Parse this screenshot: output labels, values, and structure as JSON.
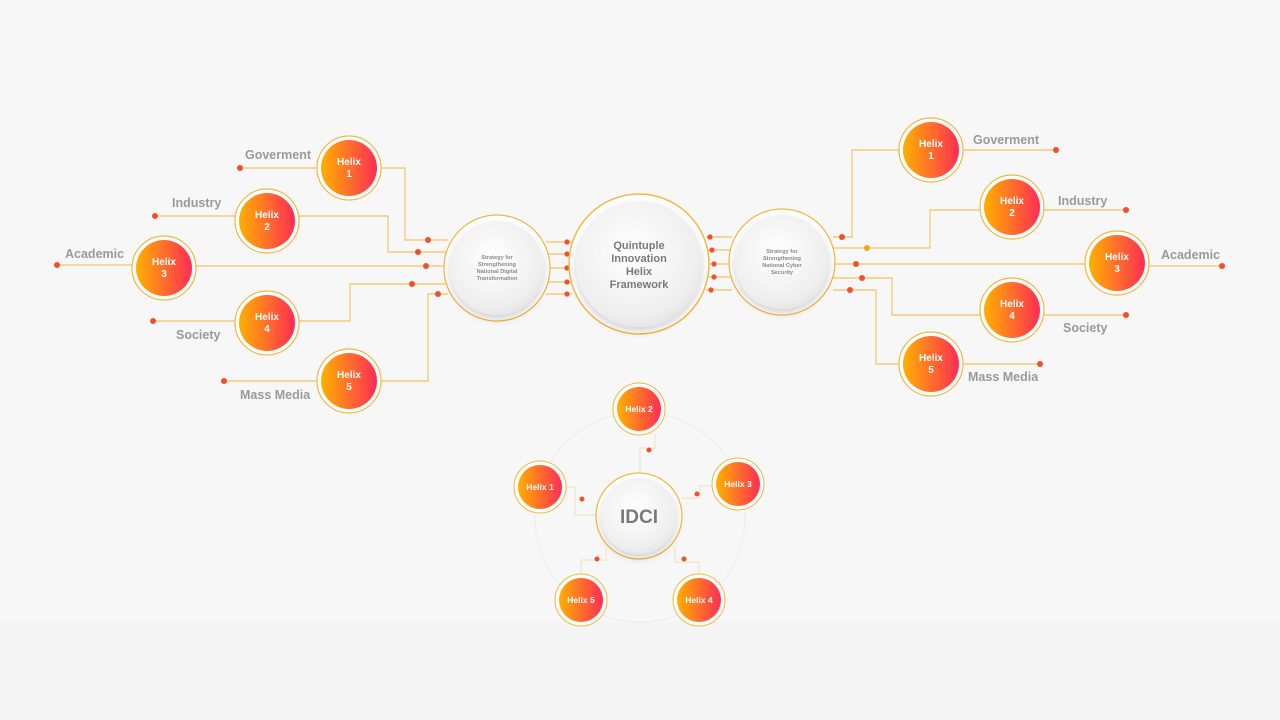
{
  "center": {
    "lines": [
      "Quintuple",
      "Innovation",
      "Helix",
      "Framework"
    ]
  },
  "left_strategy": {
    "lines": [
      "Strategy  for",
      "Strengthening",
      "National  Digital",
      "Transformation"
    ]
  },
  "right_strategy": {
    "lines": [
      "Strategy  for",
      "Strengthening",
      "National  Cyber",
      "Security"
    ]
  },
  "left_helices": [
    {
      "word": "Helix",
      "num": "1",
      "label": "Goverment"
    },
    {
      "word": "Helix",
      "num": "2",
      "label": "Industry"
    },
    {
      "word": "Helix",
      "num": "3",
      "label": "Academic"
    },
    {
      "word": "Helix",
      "num": "4",
      "label": "Society"
    },
    {
      "word": "Helix",
      "num": "5",
      "label": "Mass Media"
    }
  ],
  "right_helices": [
    {
      "word": "Helix",
      "num": "1",
      "label": "Goverment"
    },
    {
      "word": "Helix",
      "num": "2",
      "label": "Industry"
    },
    {
      "word": "Helix",
      "num": "3",
      "label": "Academic"
    },
    {
      "word": "Helix",
      "num": "4",
      "label": "Society"
    },
    {
      "word": "Helix",
      "num": "5",
      "label": "Mass Media"
    }
  ],
  "idci": {
    "title": "IDCI",
    "helices": [
      "Helix 2",
      "Helix 1",
      "Helix 3",
      "Helix 5",
      "Helix 4"
    ]
  },
  "colors": {
    "gradient_start": "#ffb000",
    "gradient_end": "#ff2d55",
    "wire": "#f3b63d",
    "label": "#9a9a9a",
    "dot": "#f24f2a"
  }
}
